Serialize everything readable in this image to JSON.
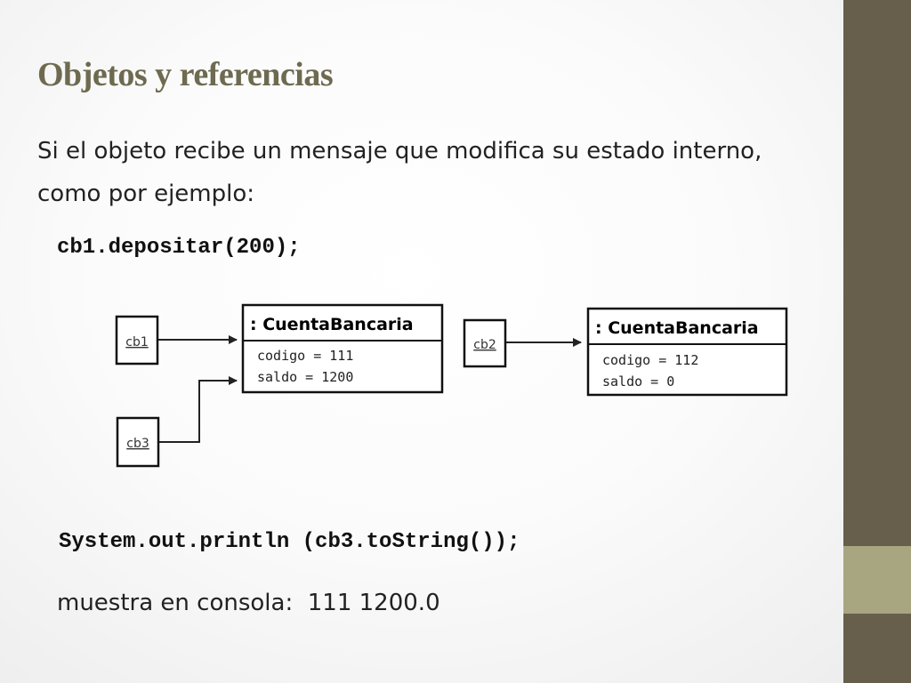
{
  "slide": {
    "title": "Objetos y referencias",
    "intro": "Si el objeto recibe un mensaje que modifica su estado interno, como por ejemplo:",
    "code_1": "cb1.depositar(200);",
    "code_2": "System.out.println (cb3.toString());",
    "output_label": "muestra en consola:",
    "output_value": "111 1200.0"
  },
  "diagram": {
    "references": {
      "cb1": "cb1",
      "cb2": "cb2",
      "cb3": "cb3"
    },
    "objects": [
      {
        "title": ": CuentaBancaria",
        "attributes": [
          "codigo = 111",
          "saldo = 1200"
        ]
      },
      {
        "title": ": CuentaBancaria",
        "attributes": [
          "codigo = 112",
          "saldo = 0"
        ]
      }
    ]
  },
  "colors": {
    "title": "#6e6a50",
    "side_bar": "#675f4b",
    "side_accent": "#a8a581"
  }
}
